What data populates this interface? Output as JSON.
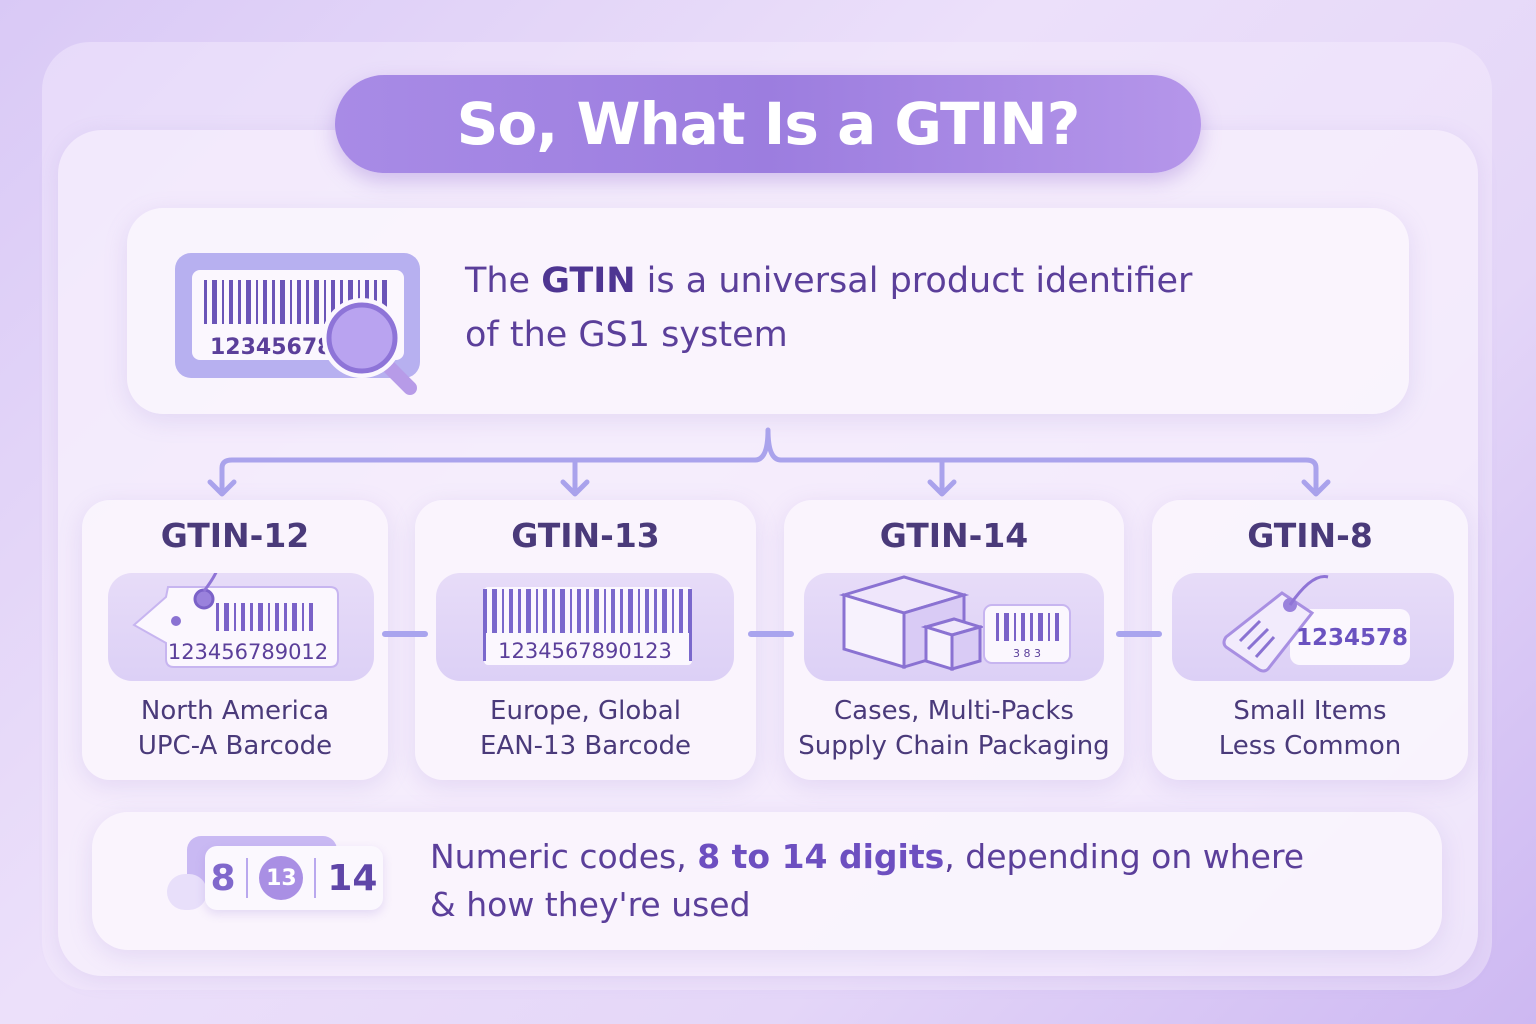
{
  "title": "So, What Is a GTIN?",
  "intro": {
    "line1_pre": "The ",
    "line1_bold": "GTIN",
    "line1_post": " is a universal product identifier",
    "line2": "of the GS1 system",
    "icon_number": "12345678"
  },
  "types": [
    {
      "title": "GTIN-12",
      "code": "123456789012",
      "line1": "North America",
      "line2": "UPC-A Barcode"
    },
    {
      "title": "GTIN-13",
      "code": "1234567890123",
      "line1": "Europe, Global",
      "line2": "EAN-13 Barcode"
    },
    {
      "title": "GTIN-14",
      "code": "3 8 3",
      "line1": "Cases, Multi-Packs",
      "line2": "Supply Chain Packaging"
    },
    {
      "title": "GTIN-8",
      "code": "1234578",
      "line1": "Small Items",
      "line2": "Less Common"
    }
  ],
  "summary": {
    "badge": [
      "8",
      "13",
      "14"
    ],
    "line1_pre": "Numeric codes, ",
    "line1_bold": "8 to 14 digits",
    "line1_post": ", depending on where",
    "line2": "& how they're used"
  },
  "colors": {
    "accent": "#9c7ddf",
    "text": "#4a3a7a",
    "connector": "#a9a4ee"
  }
}
